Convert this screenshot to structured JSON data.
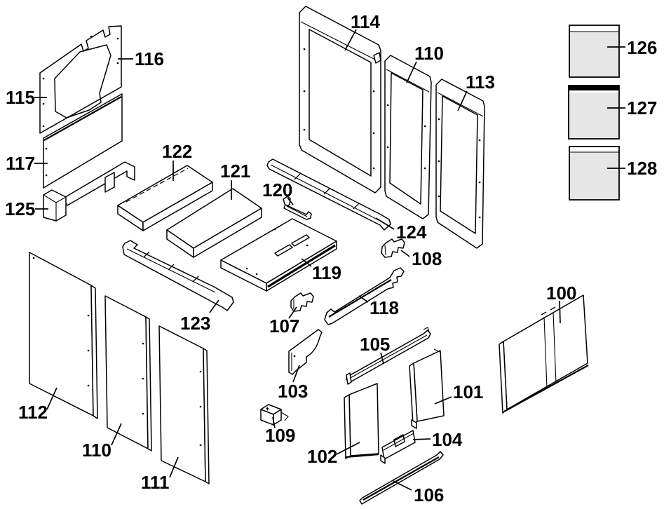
{
  "diagram": {
    "background": "#ffffff",
    "line_color": "#000000",
    "label_color": "#000000",
    "shaded_panel_fill": "#e6e6e6"
  },
  "labels": [
    {
      "part": "114",
      "text": "114"
    },
    {
      "part": "110",
      "text": "110"
    },
    {
      "part": "113",
      "text": "113"
    },
    {
      "part": "116",
      "text": "116"
    },
    {
      "part": "115",
      "text": "115"
    },
    {
      "part": "117",
      "text": "117"
    },
    {
      "part": "125",
      "text": "125"
    },
    {
      "part": "122",
      "text": "122"
    },
    {
      "part": "121",
      "text": "121"
    },
    {
      "part": "120",
      "text": "120"
    },
    {
      "part": "124",
      "text": "124"
    },
    {
      "part": "108",
      "text": "108"
    },
    {
      "part": "119",
      "text": "119"
    },
    {
      "part": "118",
      "text": "118"
    },
    {
      "part": "107",
      "text": "107"
    },
    {
      "part": "105",
      "text": "105"
    },
    {
      "part": "103",
      "text": "103"
    },
    {
      "part": "109",
      "text": "109"
    },
    {
      "part": "102",
      "text": "102"
    },
    {
      "part": "104",
      "text": "104"
    },
    {
      "part": "101",
      "text": "101"
    },
    {
      "part": "106",
      "text": "106"
    },
    {
      "part": "100",
      "text": "100"
    },
    {
      "part": "112",
      "text": "112"
    },
    {
      "part": "110",
      "text": "110"
    },
    {
      "part": "111",
      "text": "111"
    },
    {
      "part": "123",
      "text": "123"
    },
    {
      "part": "126",
      "text": "126"
    },
    {
      "part": "127",
      "text": "127"
    },
    {
      "part": "128",
      "text": "128"
    }
  ]
}
